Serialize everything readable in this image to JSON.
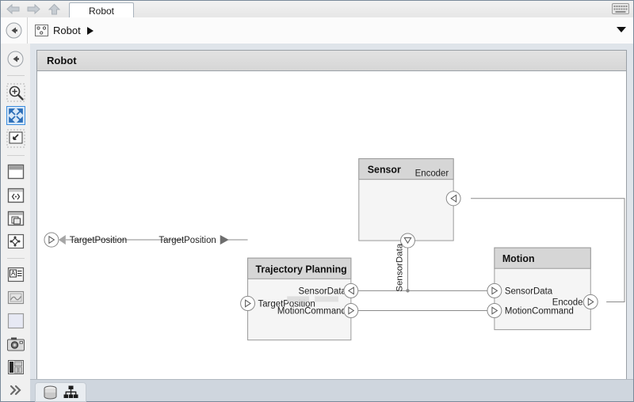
{
  "window": {
    "tab_label": "Robot",
    "nav": {
      "back_icon": "back-arrow-icon",
      "forward_icon": "forward-arrow-icon",
      "up_icon": "up-arrow-icon"
    },
    "keyboard_icon": "keyboard-icon"
  },
  "breadcrumb": {
    "back_icon": "back-circle-icon",
    "model_icon": "subsystem-icon",
    "label": "Robot",
    "arrow_icon": "play-arrow-icon",
    "dropdown_icon": "chevron-down-icon"
  },
  "palette": {
    "items": [
      {
        "name": "hide-browser-tool",
        "icon": "back-circle-icon"
      },
      {
        "name": "zoom-in-tool",
        "icon": "magnifier-plus-icon"
      },
      {
        "name": "fit-to-view-tool",
        "icon": "fit-to-window-icon",
        "selected": true
      },
      {
        "name": "zoom-region-tool",
        "icon": "zoom-region-icon"
      },
      {
        "name": "component-tool",
        "icon": "component-block-icon"
      },
      {
        "name": "reference-tool",
        "icon": "code-brackets-icon"
      },
      {
        "name": "variant-tool",
        "icon": "stacked-windows-icon"
      },
      {
        "name": "state-tool",
        "icon": "state-transition-icon"
      },
      {
        "name": "annotation-tool",
        "icon": "text-annotation-icon"
      },
      {
        "name": "image-tool",
        "icon": "image-icon"
      },
      {
        "name": "area-tool",
        "icon": "blank-area-icon"
      },
      {
        "name": "snapshot-tool",
        "icon": "camera-icon"
      },
      {
        "name": "layout-tool",
        "icon": "layout-icon"
      },
      {
        "name": "more-tools",
        "icon": "chevron-double-right-icon"
      }
    ]
  },
  "canvas": {
    "system_title": "Robot",
    "root_port": {
      "name": "root-input-port-targetposition",
      "label": "TargetPosition"
    },
    "signal_labels": [
      {
        "name": "signal-label-targetposition",
        "text": "TargetPosition"
      },
      {
        "name": "signal-label-sensordata",
        "text": "SensorData"
      }
    ],
    "blocks": [
      {
        "id": "sensor",
        "title": "Sensor",
        "ports": [
          {
            "label": "Encoder",
            "side": "right",
            "dir": "in"
          },
          {
            "label": "SensorData",
            "side": "bottom",
            "dir": "out"
          }
        ]
      },
      {
        "id": "trajectory-planning",
        "title": "Trajectory Planning",
        "ports": [
          {
            "label": "TargetPosition",
            "side": "left",
            "dir": "in"
          },
          {
            "label": "SensorData",
            "side": "right",
            "dir": "in"
          },
          {
            "label": "MotionCommand",
            "side": "right",
            "dir": "out"
          }
        ]
      },
      {
        "id": "motion",
        "title": "Motion",
        "ports": [
          {
            "label": "SensorData",
            "side": "left",
            "dir": "in"
          },
          {
            "label": "MotionCommand",
            "side": "left",
            "dir": "in"
          },
          {
            "label": "Encoder",
            "side": "right",
            "dir": "out"
          }
        ]
      }
    ]
  },
  "statusbar": {
    "items": [
      {
        "name": "model-data-icon",
        "icon": "database-icon"
      },
      {
        "name": "model-hierarchy-icon",
        "icon": "hierarchy-icon"
      }
    ]
  },
  "colors": {
    "block_header": "#d6d6d6",
    "block_body": "#f5f5f5",
    "block_border": "#9a9a9a",
    "wire": "#8a8a8a",
    "canvas_bg": "#dfe4ea",
    "selection": "#3c8dde"
  }
}
